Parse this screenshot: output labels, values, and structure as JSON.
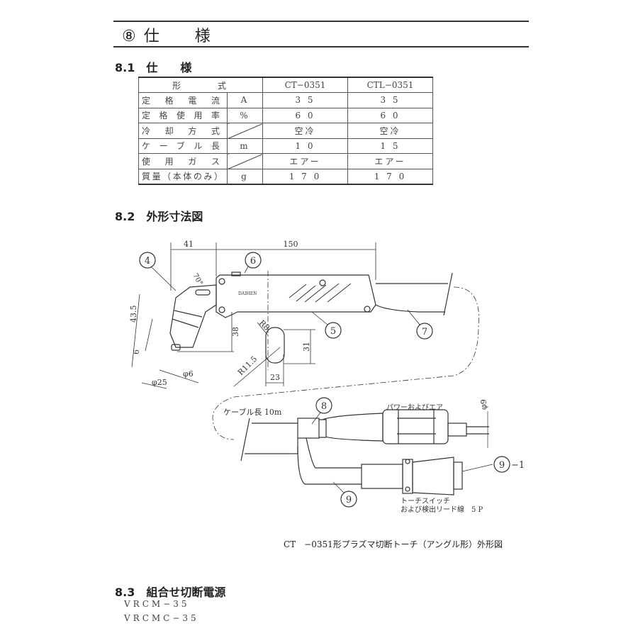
{
  "section": {
    "number": "⑧",
    "title": "仕　　様"
  },
  "spec": {
    "heading": "8.1　仕　　様",
    "header": [
      "形　　　式",
      "CT−0351",
      "CTL−0351"
    ],
    "rows": [
      {
        "label": "定格電流",
        "unit": "A",
        "ct": "3 5",
        "ctl": "3 5"
      },
      {
        "label": "定格使用率",
        "unit": "%",
        "ct": "6 0",
        "ctl": "6 0"
      },
      {
        "label": "冷却方式",
        "unit": "",
        "ct": "空冷",
        "ctl": "空冷"
      },
      {
        "label": "ケーブル長",
        "unit": "m",
        "ct": "1 0",
        "ctl": "1 5"
      },
      {
        "label": "使用ガス",
        "unit": "",
        "ct": "エアー",
        "ctl": "エアー"
      },
      {
        "label": "質量（本体のみ）",
        "unit": "g",
        "ct": "1 7 0",
        "ctl": "1 7 0"
      }
    ]
  },
  "drawing": {
    "heading": "8.2　外形寸法図",
    "dims": {
      "d41": "41",
      "d150": "150",
      "angle": "70°",
      "d43_5": "43.5",
      "d6": "6",
      "d38": "38",
      "r8": "R8",
      "r11_5": "R11.5",
      "d31": "31",
      "d23": "23",
      "phi25": "φ25",
      "phi6": "φ6",
      "phi9": "φ9"
    },
    "callouts": {
      "c4": "4",
      "c5": "5",
      "c6": "6",
      "c7": "7",
      "c8": "8",
      "c9": "9",
      "c9_1": "9",
      "c9_1_suffix": "−1"
    },
    "brand": "DAIHEN",
    "cable_length": "ケーブル長 10m",
    "power_air": "パワーおよびエア",
    "switch_line1": "トーチスイッチ",
    "switch_line2": "および検出リード線　5 P",
    "caption": "CT　−0351形プラズマ切断トーチ（アングル形）外形図"
  },
  "power_source": {
    "heading": "8.3　組合せ切断電源",
    "models": [
      "VRCM−35",
      "VRCMC−35"
    ]
  }
}
